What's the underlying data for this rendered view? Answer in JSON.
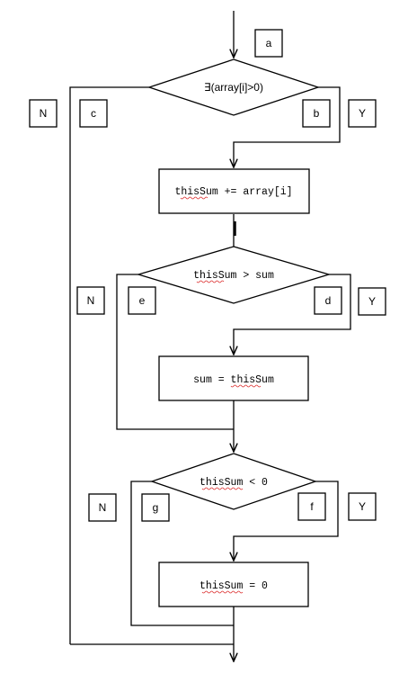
{
  "decisions": {
    "d1": "∃(array[i]>0)",
    "d2": "thisSum > sum",
    "d3": "thisSum < 0"
  },
  "processes": {
    "p1": "thisSum += array[i]",
    "p2": "sum = thisSum",
    "p3": "thisSum = 0"
  },
  "point_labels": {
    "a": "a",
    "b": "b",
    "c": "c",
    "d": "d",
    "e": "e",
    "f": "f",
    "g": "g"
  },
  "branch_labels": {
    "yes": "Y",
    "no": "N"
  }
}
